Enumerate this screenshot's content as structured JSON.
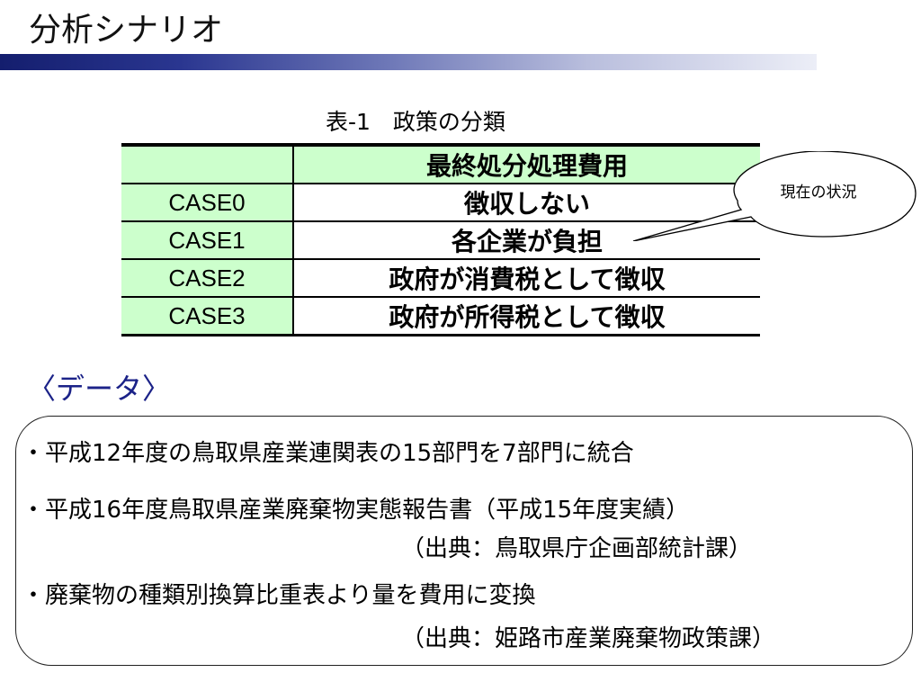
{
  "slide": {
    "title": "分析シナリオ",
    "accent_colors": [
      "#141e6e",
      "#eceef7"
    ]
  },
  "table": {
    "caption": "表-1　政策の分類",
    "header": [
      "",
      "最終処分処理費用"
    ],
    "rows": [
      {
        "case": "CASE0",
        "policy": "徴収しない"
      },
      {
        "case": "CASE1",
        "policy": "各企業が負担"
      },
      {
        "case": "CASE2",
        "policy": "政府が消費税として徴収"
      },
      {
        "case": "CASE3",
        "policy": "政府が所得税として徴収"
      }
    ],
    "header_fill_color": "#ccffcc"
  },
  "callout": {
    "text": "現在の状況"
  },
  "data_section": {
    "heading": "〈データ〉",
    "heading_color": "#1b2288",
    "items": [
      "・平成12年度の鳥取県産業連関表の15部門を7部門に統合",
      "・平成16年度鳥取県産業廃棄物実態報告書（平成15年度実績）",
      "（出典：鳥取県庁企画部統計課）",
      "・廃棄物の種類別換算比重表より量を費用に変換",
      "（出典：姫路市産業廃棄物政策課）"
    ]
  }
}
